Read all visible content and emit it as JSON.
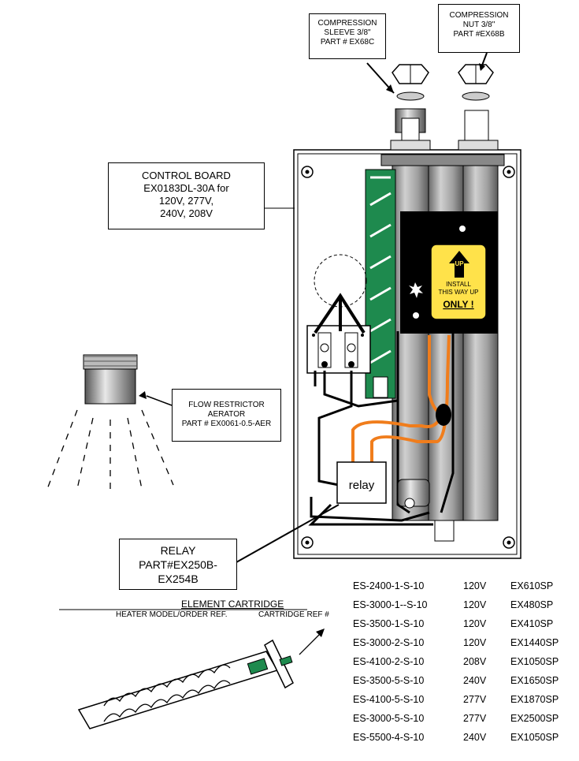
{
  "labels": {
    "compression_sleeve": [
      "COMPRESSION",
      "SLEEVE 3/8\"",
      "PART # EX68C"
    ],
    "compression_nut": [
      "COMPRESSION",
      "NUT 3/8\"",
      "PART #EX68B"
    ],
    "control_board": [
      "CONTROL BOARD",
      "EX0183DL-30A  for",
      "120V, 277V,",
      "240V, 208V"
    ],
    "flow_restrictor": [
      "FLOW RESTRICTOR",
      "AERATOR",
      "PART # EX0061-0.5-AER"
    ],
    "relay_callout": [
      "RELAY",
      "PART#EX250B-",
      "EX254B"
    ],
    "relay_component": "relay",
    "up_label": {
      "arrow": "UP",
      "line1": "INSTALL",
      "line2": "THIS WAY UP",
      "line3": "ONLY !"
    }
  },
  "cartridge": {
    "title": "ELEMENT CARTRIDGE",
    "col_header_model": "HEATER MODEL/ORDER REF.",
    "col_header_cartridge": "CARTRIDGE REF #",
    "rows": [
      {
        "model": "ES-2400-1-S-10",
        "voltage": "120V",
        "cartridge": "EX610SP"
      },
      {
        "model": "ES-3000-1--S-10",
        "voltage": "120V",
        "cartridge": "EX480SP"
      },
      {
        "model": "ES-3500-1-S-10",
        "voltage": "120V",
        "cartridge": "EX410SP"
      },
      {
        "model": "ES-3000-2-S-10",
        "voltage": "120V",
        "cartridge": "EX1440SP"
      },
      {
        "model": "ES-4100-2-S-10",
        "voltage": "208V",
        "cartridge": "EX1050SP"
      },
      {
        "model": "ES-3500-5-S-10",
        "voltage": "240V",
        "cartridge": "EX1650SP"
      },
      {
        "model": "ES-4100-5-S-10",
        "voltage": "277V",
        "cartridge": "EX1870SP"
      },
      {
        "model": "ES-3000-5-S-10",
        "voltage": "277V",
        "cartridge": "EX2500SP"
      },
      {
        "model": "ES-5500-4-S-10",
        "voltage": "240V",
        "cartridge": "EX1050SP"
      }
    ]
  },
  "colors": {
    "wire_orange": "#f07d1c",
    "board_green": "#1e8a4e",
    "tube_gray": "#a8a8a8",
    "up_yellow": "#ffe24a"
  }
}
